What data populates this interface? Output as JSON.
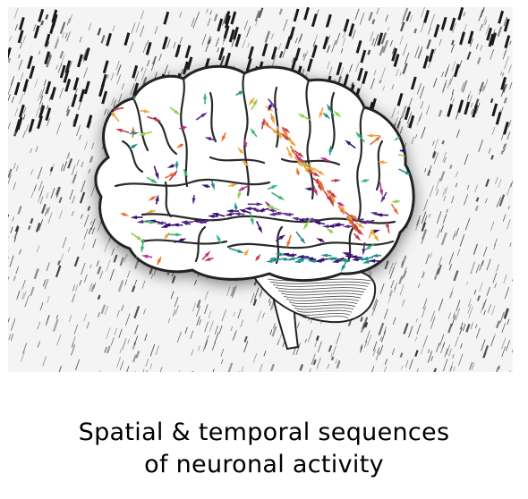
{
  "caption": {
    "line1": "Spatial & temporal sequences",
    "line2": "of neuronal activity"
  },
  "illustration": {
    "subject": "brain",
    "palette": [
      "#3b0f70",
      "#5a2d8a",
      "#21908d",
      "#3bb57a",
      "#8fd14f",
      "#f2a33a",
      "#e8702a",
      "#c43c4e",
      "#b8338a"
    ],
    "background_stripe_color": "#1a1a1a"
  }
}
